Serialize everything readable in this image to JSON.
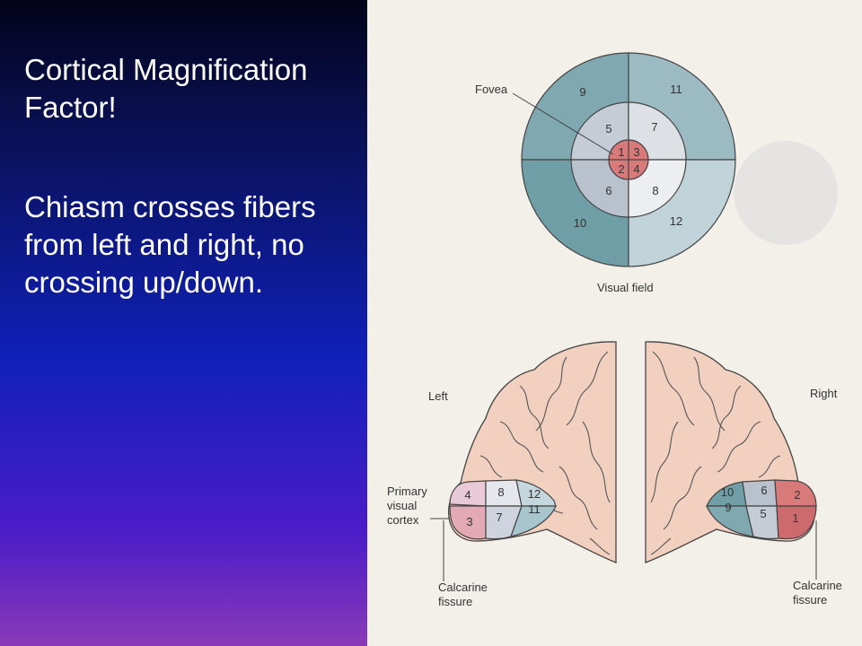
{
  "slide": {
    "title": "Cortical Magnification Factor!",
    "body": "Chiasm crosses fibers from left and right, no crossing up/down."
  },
  "figure": {
    "visual_field": {
      "caption": "Visual field",
      "fovea_label": "Fovea",
      "sectors": [
        "1",
        "2",
        "3",
        "4",
        "5",
        "6",
        "7",
        "8",
        "9",
        "10",
        "11",
        "12"
      ]
    },
    "brain": {
      "left_label": "Left",
      "right_label": "Right",
      "primary_label_1": "Primary",
      "primary_label_2": "visual",
      "primary_label_3": "cortex",
      "calcarine_left_1": "Calcarine",
      "calcarine_left_2": "fissure",
      "calcarine_right_1": "Calcarine",
      "calcarine_right_2": "fissure",
      "left_sectors": [
        "4",
        "8",
        "12",
        "3",
        "7",
        "11"
      ],
      "right_sectors": [
        "10",
        "6",
        "2",
        "9",
        "5",
        "1"
      ]
    },
    "colors": {
      "outer_ring": "#7fa8b0",
      "middle_ring": "#c5ccd6",
      "fovea": "#d8797a",
      "brain": "#f2d0c0"
    }
  }
}
